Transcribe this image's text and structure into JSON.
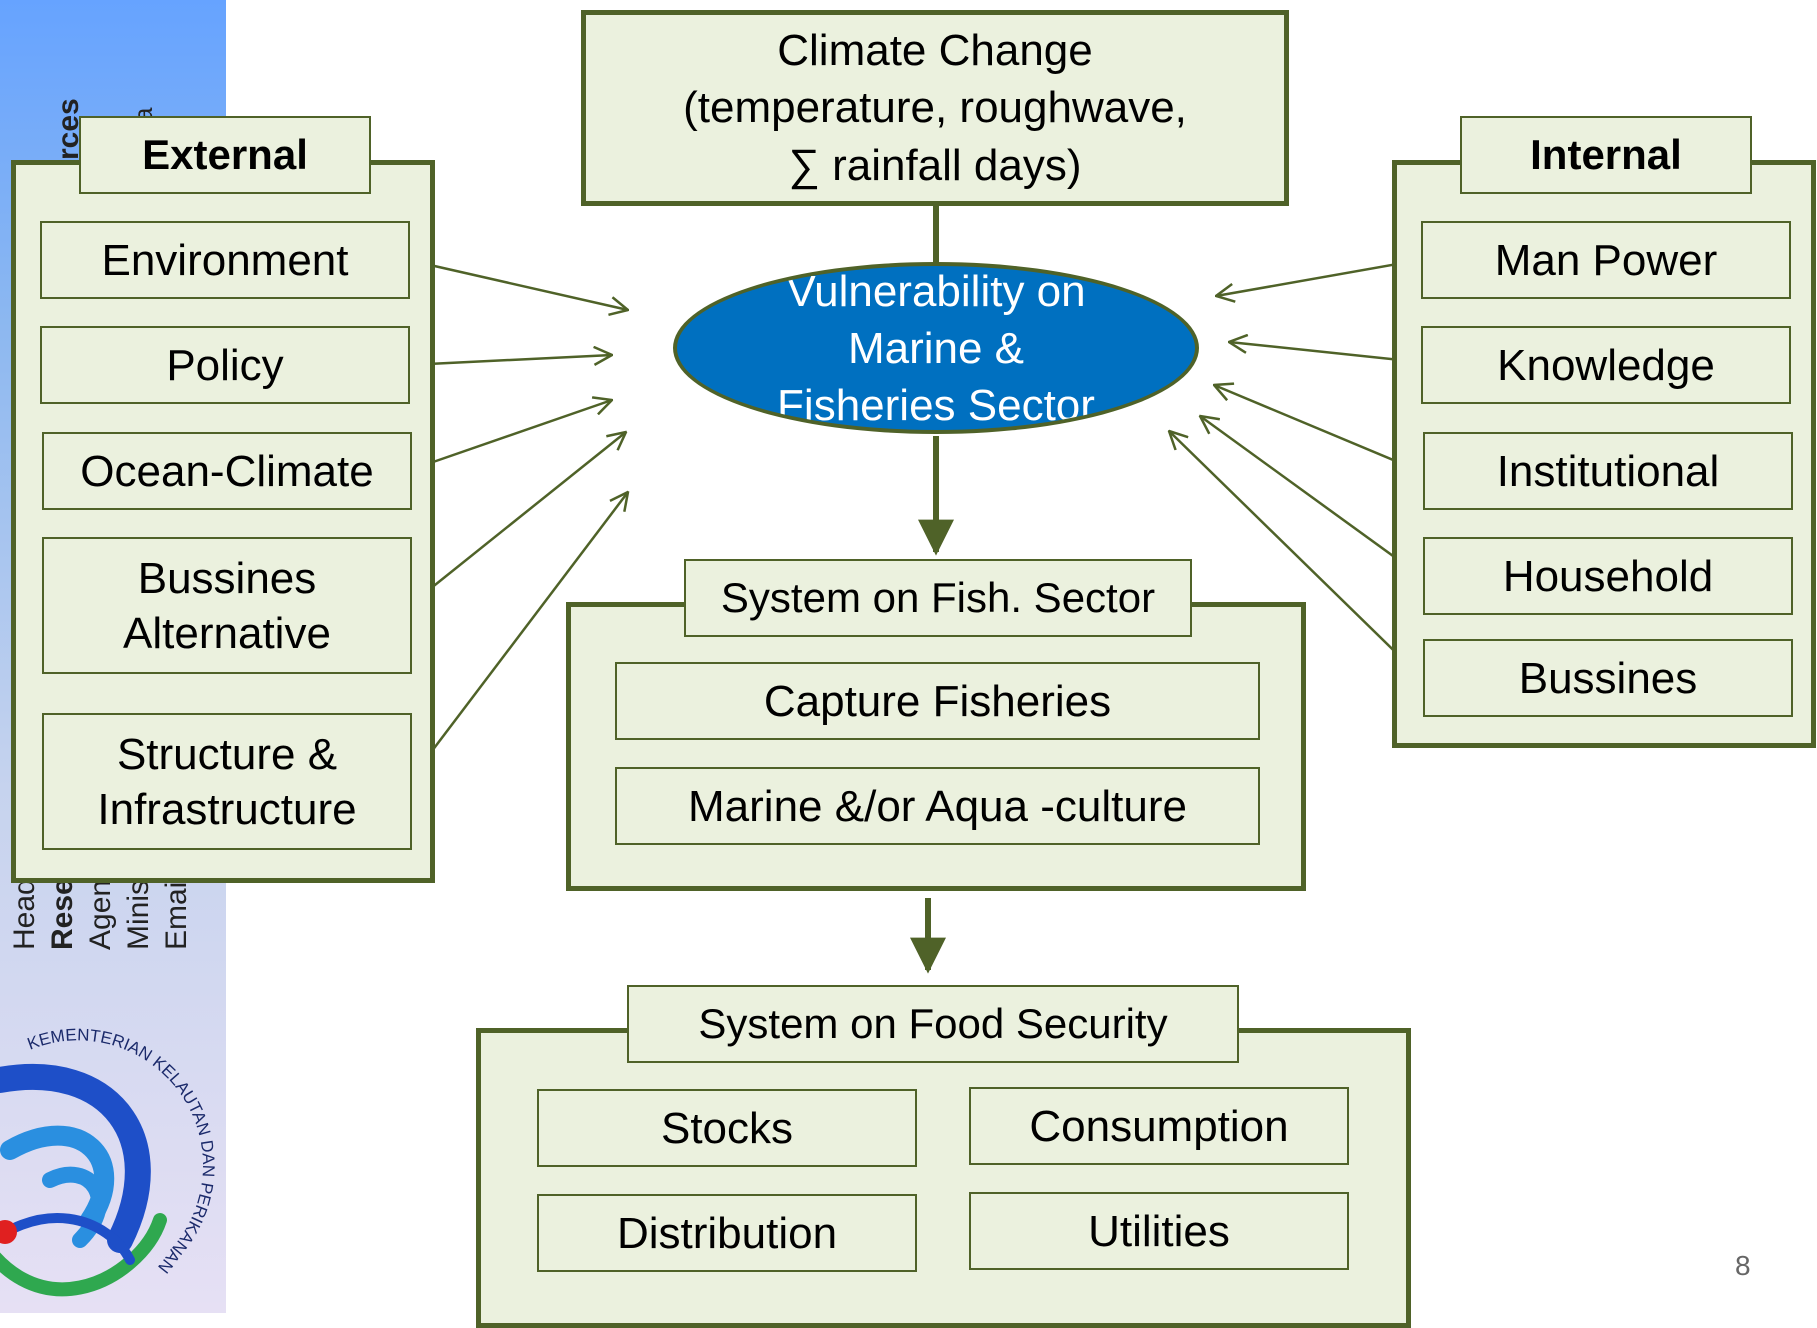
{
  "sidebar": {
    "vertical_text": [
      "rces",
      "a",
      "Head",
      "Rese",
      "Agen",
      "Minis",
      "Emai"
    ],
    "logo_text": "KEMENTERIAN KELAUTAN DAN PERIKANAN"
  },
  "climate": {
    "lines": [
      "Climate Change",
      "(temperature, roughwave,",
      "∑ rainfall days)"
    ]
  },
  "vulnerability": {
    "lines": [
      "Vulnerability on",
      "Marine &",
      "Fisheries Sector"
    ]
  },
  "external": {
    "title": "External",
    "items": [
      "Environment",
      "Policy",
      "Ocean-Climate",
      "Bussines\nAlternative",
      "Structure &\nInfrastructure"
    ]
  },
  "internal": {
    "title": "Internal",
    "items": [
      "Man Power",
      "Knowledge",
      "Institutional",
      "Household",
      "Bussines"
    ]
  },
  "fish_sector": {
    "title": "System on Fish. Sector",
    "items": [
      "Capture Fisheries",
      "Marine &/or Aqua -culture"
    ]
  },
  "food_security": {
    "title": "System on Food Security",
    "items": [
      "Stocks",
      "Consumption",
      "Distribution",
      "Utilities"
    ]
  },
  "page_number": "8",
  "colors": {
    "box_fill": "#ebf1de",
    "border": "#4f6228",
    "ellipse_fill": "#0070c0"
  }
}
